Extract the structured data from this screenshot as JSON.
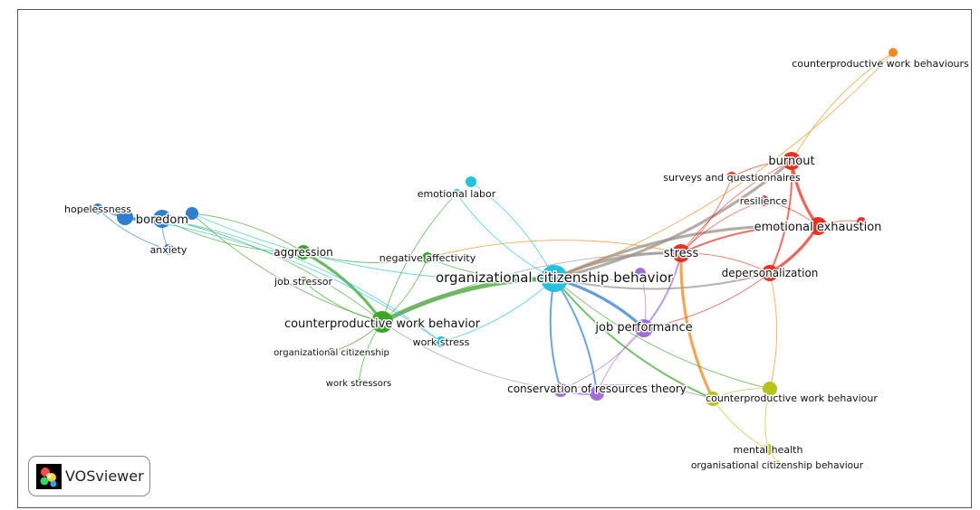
{
  "colors": {
    "red": "#e8321f",
    "blue": "#2f7fcd",
    "green": "#3ba52a",
    "cyan": "#26c1dd",
    "purple": "#a16fd6",
    "yellow": "#b9c11c",
    "orange": "#ef8a1c",
    "gray": "#9a9289"
  },
  "logo": {
    "text": "VOSviewer"
  },
  "nodes": [
    {
      "id": "ocb",
      "label": "organizational citizenship behavior",
      "color": "cyan",
      "weight": 5
    },
    {
      "id": "cwb",
      "label": "counterproductive work behavior",
      "color": "green",
      "weight": 4
    },
    {
      "id": "aggression",
      "label": "aggression",
      "color": "green",
      "weight": 2
    },
    {
      "id": "jobstressor",
      "label": "job stressor",
      "color": "green",
      "weight": 1
    },
    {
      "id": "negaff",
      "label": "negative affectivity",
      "color": "green",
      "weight": 1
    },
    {
      "id": "orgcit",
      "label": "organizational citizenship",
      "color": "green",
      "weight": 1
    },
    {
      "id": "workstressors",
      "label": "work stressors",
      "color": "green",
      "weight": 1
    },
    {
      "id": "emolabor",
      "label": "emotional labor",
      "color": "cyan",
      "weight": 1
    },
    {
      "id": "workstress",
      "label": "work stress",
      "color": "cyan",
      "weight": 1
    },
    {
      "id": "cyantop",
      "label": "",
      "color": "cyan",
      "weight": 1
    },
    {
      "id": "hopelessness",
      "label": "hopelessness",
      "color": "blue",
      "weight": 1
    },
    {
      "id": "boredom",
      "label": "boredom",
      "color": "blue",
      "weight": 3
    },
    {
      "id": "anxiety",
      "label": "anxiety",
      "color": "blue",
      "weight": 1
    },
    {
      "id": "bluebig",
      "label": "",
      "color": "blue",
      "weight": 3
    },
    {
      "id": "bluenode",
      "label": "",
      "color": "blue",
      "weight": 2
    },
    {
      "id": "burnout",
      "label": "burnout",
      "color": "red",
      "weight": 3
    },
    {
      "id": "surveys",
      "label": "surveys and questionnaires",
      "color": "red",
      "weight": 1
    },
    {
      "id": "resilience",
      "label": "resilience",
      "color": "red",
      "weight": 1
    },
    {
      "id": "emoexh",
      "label": "emotional exhaustion",
      "color": "red",
      "weight": 3
    },
    {
      "id": "stress",
      "label": "stress",
      "color": "red",
      "weight": 3
    },
    {
      "id": "depers",
      "label": "depersonalization",
      "color": "red",
      "weight": 2
    },
    {
      "id": "rednode",
      "label": "",
      "color": "red",
      "weight": 1
    },
    {
      "id": "jobperf",
      "label": "job performance",
      "color": "purple",
      "weight": 3
    },
    {
      "id": "purplenode",
      "label": "",
      "color": "purple",
      "weight": 1
    },
    {
      "id": "cor",
      "label": "conservation of resources theory",
      "color": "purple",
      "weight": 2
    },
    {
      "id": "corb",
      "label": "",
      "color": "purple",
      "weight": 2
    },
    {
      "id": "cwbour",
      "label": "counterproductive work behaviour",
      "color": "yellow",
      "weight": 2
    },
    {
      "id": "cwbour2",
      "label": "",
      "color": "yellow",
      "weight": 2
    },
    {
      "id": "mental",
      "label": "mental health",
      "color": "yellow",
      "weight": 1
    },
    {
      "id": "orgcitbeh",
      "label": "organisational citizenship behaviour",
      "color": "yellow",
      "weight": 1
    },
    {
      "id": "cwbours",
      "label": "counterproductive work behaviours",
      "color": "orange",
      "weight": 1
    },
    {
      "id": "orangetop",
      "label": "",
      "color": "orange",
      "weight": 1
    }
  ],
  "links": [
    {
      "source": "ocb",
      "target": "cwb",
      "color": "green",
      "strength": 5
    },
    {
      "source": "ocb",
      "target": "stress",
      "color": "gray",
      "strength": 3
    },
    {
      "source": "ocb",
      "target": "burnout",
      "color": "gray",
      "strength": 3
    },
    {
      "source": "ocb",
      "target": "emoexh",
      "color": "gray",
      "strength": 3
    },
    {
      "source": "ocb",
      "target": "depers",
      "color": "gray",
      "strength": 2
    },
    {
      "source": "ocb",
      "target": "jobperf",
      "color": "blue",
      "strength": 4
    },
    {
      "source": "ocb",
      "target": "cor",
      "color": "blue",
      "strength": 2
    },
    {
      "source": "ocb",
      "target": "corb",
      "color": "blue",
      "strength": 2
    },
    {
      "source": "ocb",
      "target": "cwbour",
      "color": "green",
      "strength": 2
    },
    {
      "source": "ocb",
      "target": "emolabor",
      "color": "cyan",
      "strength": 1
    },
    {
      "source": "ocb",
      "target": "cyantop",
      "color": "cyan",
      "strength": 1
    },
    {
      "source": "ocb",
      "target": "workstress",
      "color": "cyan",
      "strength": 1
    },
    {
      "source": "ocb",
      "target": "purplenode",
      "color": "blue",
      "strength": 1
    },
    {
      "source": "ocb",
      "target": "bluenode",
      "color": "cyan",
      "strength": 1
    },
    {
      "source": "cwb",
      "target": "aggression",
      "color": "green",
      "strength": 3
    },
    {
      "source": "cwb",
      "target": "jobstressor",
      "color": "green",
      "strength": 1
    },
    {
      "source": "cwb",
      "target": "negaff",
      "color": "green",
      "strength": 1
    },
    {
      "source": "cwb",
      "target": "orgcit",
      "color": "green",
      "strength": 1
    },
    {
      "source": "cwb",
      "target": "workstressors",
      "color": "green",
      "strength": 1
    },
    {
      "source": "cwb",
      "target": "emolabor",
      "color": "green",
      "strength": 1
    },
    {
      "source": "cwb",
      "target": "boredom",
      "color": "green",
      "strength": 1
    },
    {
      "source": "cwb",
      "target": "bluenode",
      "color": "green",
      "strength": 1
    },
    {
      "source": "cwb",
      "target": "cor",
      "color": "gray",
      "strength": 1
    },
    {
      "source": "cwb",
      "target": "stress",
      "color": "gray",
      "strength": 1
    },
    {
      "source": "aggression",
      "target": "bluenode",
      "color": "green",
      "strength": 1
    },
    {
      "source": "aggression",
      "target": "boredom",
      "color": "green",
      "strength": 1
    },
    {
      "source": "aggression",
      "target": "negaff",
      "color": "green",
      "strength": 1
    },
    {
      "source": "boredom",
      "target": "hopelessness",
      "color": "blue",
      "strength": 2
    },
    {
      "source": "boredom",
      "target": "anxiety",
      "color": "blue",
      "strength": 1
    },
    {
      "source": "boredom",
      "target": "bluebig",
      "color": "blue",
      "strength": 3
    },
    {
      "source": "boredom",
      "target": "bluenode",
      "color": "blue",
      "strength": 1
    },
    {
      "source": "boredom",
      "target": "workstress",
      "color": "cyan",
      "strength": 1
    },
    {
      "source": "hopelessness",
      "target": "anxiety",
      "color": "blue",
      "strength": 1
    },
    {
      "source": "bluebig",
      "target": "workstress",
      "color": "cyan",
      "strength": 1
    },
    {
      "source": "burnout",
      "target": "emoexh",
      "color": "red",
      "strength": 3
    },
    {
      "source": "burnout",
      "target": "depers",
      "color": "red",
      "strength": 2
    },
    {
      "source": "burnout",
      "target": "stress",
      "color": "red",
      "strength": 1
    },
    {
      "source": "burnout",
      "target": "orangetop",
      "color": "orange",
      "strength": 1
    },
    {
      "source": "burnout",
      "target": "surveys",
      "color": "red",
      "strength": 1
    },
    {
      "source": "emoexh",
      "target": "depers",
      "color": "red",
      "strength": 3
    },
    {
      "source": "emoexh",
      "target": "stress",
      "color": "red",
      "strength": 2
    },
    {
      "source": "emoexh",
      "target": "rednode",
      "color": "red",
      "strength": 1
    },
    {
      "source": "emoexh",
      "target": "resilience",
      "color": "red",
      "strength": 1
    },
    {
      "source": "stress",
      "target": "depers",
      "color": "red",
      "strength": 1
    },
    {
      "source": "stress",
      "target": "surveys",
      "color": "red",
      "strength": 1
    },
    {
      "source": "stress",
      "target": "resilience",
      "color": "red",
      "strength": 1
    },
    {
      "source": "stress",
      "target": "cwbour",
      "color": "orange",
      "strength": 3
    },
    {
      "source": "stress",
      "target": "jobperf",
      "color": "purple",
      "strength": 2
    },
    {
      "source": "jobperf",
      "target": "depers",
      "color": "red",
      "strength": 1
    },
    {
      "source": "jobperf",
      "target": "cor",
      "color": "purple",
      "strength": 1
    },
    {
      "source": "jobperf",
      "target": "corb",
      "color": "purple",
      "strength": 1
    },
    {
      "source": "purplenode",
      "target": "jobperf",
      "color": "purple",
      "strength": 1
    },
    {
      "source": "cor",
      "target": "corb",
      "color": "purple",
      "strength": 2
    },
    {
      "source": "cor",
      "target": "cwbour",
      "color": "purple",
      "strength": 1
    },
    {
      "source": "cwbour",
      "target": "mental",
      "color": "yellow",
      "strength": 1
    },
    {
      "source": "cwbour",
      "target": "cwbour2",
      "color": "yellow",
      "strength": 1
    },
    {
      "source": "cwbour2",
      "target": "mental",
      "color": "yellow",
      "strength": 1
    },
    {
      "source": "mental",
      "target": "orgcitbeh",
      "color": "yellow",
      "strength": 1
    },
    {
      "source": "cwbour2",
      "target": "depers",
      "color": "orange",
      "strength": 1
    },
    {
      "source": "cwbour2",
      "target": "ocb",
      "color": "green",
      "strength": 1
    },
    {
      "source": "negaff",
      "target": "ocb",
      "color": "green",
      "strength": 1
    },
    {
      "source": "negaff",
      "target": "stress",
      "color": "orange",
      "strength": 1
    },
    {
      "source": "ocb",
      "target": "orangetop",
      "color": "orange",
      "strength": 1
    }
  ]
}
